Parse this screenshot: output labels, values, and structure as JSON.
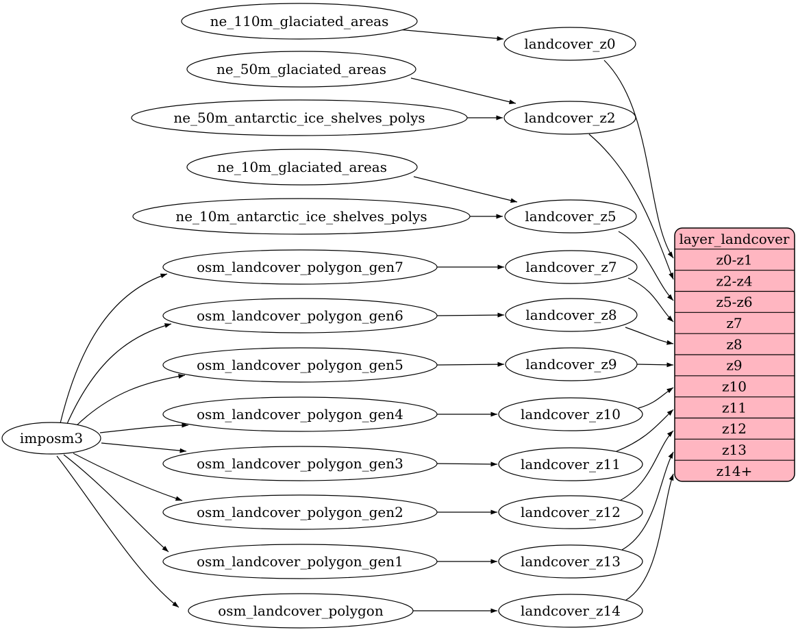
{
  "colors": {
    "background": "#ffffff",
    "node_fill": "#ffffff",
    "node_stroke": "#000000",
    "edge": "#000000",
    "table_fill": "#ffb6c1",
    "text": "#000000"
  },
  "nodes": {
    "imposm": {
      "label": "imposm3"
    },
    "natural_earth_sources": [
      "ne_110m_glaciated_areas",
      "ne_50m_glaciated_areas",
      "ne_50m_antarctic_ice_shelves_polys",
      "ne_10m_glaciated_areas",
      "ne_10m_antarctic_ice_shelves_polys"
    ],
    "osm_sources": [
      "osm_landcover_polygon_gen7",
      "osm_landcover_polygon_gen6",
      "osm_landcover_polygon_gen5",
      "osm_landcover_polygon_gen4",
      "osm_landcover_polygon_gen3",
      "osm_landcover_polygon_gen2",
      "osm_landcover_polygon_gen1",
      "osm_landcover_polygon"
    ],
    "landcover_layers": [
      "landcover_z0",
      "landcover_z2",
      "landcover_z5",
      "landcover_z7",
      "landcover_z8",
      "landcover_z9",
      "landcover_z10",
      "landcover_z11",
      "landcover_z12",
      "landcover_z13",
      "landcover_z14"
    ]
  },
  "table": {
    "title": "layer_landcover",
    "rows": [
      "z0-z1",
      "z2-z4",
      "z5-z6",
      "z7",
      "z8",
      "z9",
      "z10",
      "z11",
      "z12",
      "z13",
      "z14+"
    ]
  },
  "edges": [
    {
      "from": "ne_110m_glaciated_areas",
      "to": "landcover_z0"
    },
    {
      "from": "ne_50m_glaciated_areas",
      "to": "landcover_z2"
    },
    {
      "from": "ne_50m_antarctic_ice_shelves_polys",
      "to": "landcover_z2"
    },
    {
      "from": "ne_10m_glaciated_areas",
      "to": "landcover_z5"
    },
    {
      "from": "ne_10m_antarctic_ice_shelves_polys",
      "to": "landcover_z5"
    },
    {
      "from": "imposm3",
      "to": "osm_landcover_polygon_gen7"
    },
    {
      "from": "imposm3",
      "to": "osm_landcover_polygon_gen6"
    },
    {
      "from": "imposm3",
      "to": "osm_landcover_polygon_gen5"
    },
    {
      "from": "imposm3",
      "to": "osm_landcover_polygon_gen4"
    },
    {
      "from": "imposm3",
      "to": "osm_landcover_polygon_gen3"
    },
    {
      "from": "imposm3",
      "to": "osm_landcover_polygon_gen2"
    },
    {
      "from": "imposm3",
      "to": "osm_landcover_polygon_gen1"
    },
    {
      "from": "imposm3",
      "to": "osm_landcover_polygon"
    },
    {
      "from": "osm_landcover_polygon_gen7",
      "to": "landcover_z7"
    },
    {
      "from": "osm_landcover_polygon_gen6",
      "to": "landcover_z8"
    },
    {
      "from": "osm_landcover_polygon_gen5",
      "to": "landcover_z9"
    },
    {
      "from": "osm_landcover_polygon_gen4",
      "to": "landcover_z10"
    },
    {
      "from": "osm_landcover_polygon_gen3",
      "to": "landcover_z11"
    },
    {
      "from": "osm_landcover_polygon_gen2",
      "to": "landcover_z12"
    },
    {
      "from": "osm_landcover_polygon_gen1",
      "to": "landcover_z13"
    },
    {
      "from": "osm_landcover_polygon",
      "to": "landcover_z14"
    },
    {
      "from": "landcover_z0",
      "to": "layer_landcover.z0-z1"
    },
    {
      "from": "landcover_z2",
      "to": "layer_landcover.z2-z4"
    },
    {
      "from": "landcover_z5",
      "to": "layer_landcover.z5-z6"
    },
    {
      "from": "landcover_z7",
      "to": "layer_landcover.z7"
    },
    {
      "from": "landcover_z8",
      "to": "layer_landcover.z8"
    },
    {
      "from": "landcover_z9",
      "to": "layer_landcover.z9"
    },
    {
      "from": "landcover_z10",
      "to": "layer_landcover.z10"
    },
    {
      "from": "landcover_z11",
      "to": "layer_landcover.z11"
    },
    {
      "from": "landcover_z12",
      "to": "layer_landcover.z12"
    },
    {
      "from": "landcover_z13",
      "to": "layer_landcover.z13"
    },
    {
      "from": "landcover_z14",
      "to": "layer_landcover.z14+"
    }
  ]
}
